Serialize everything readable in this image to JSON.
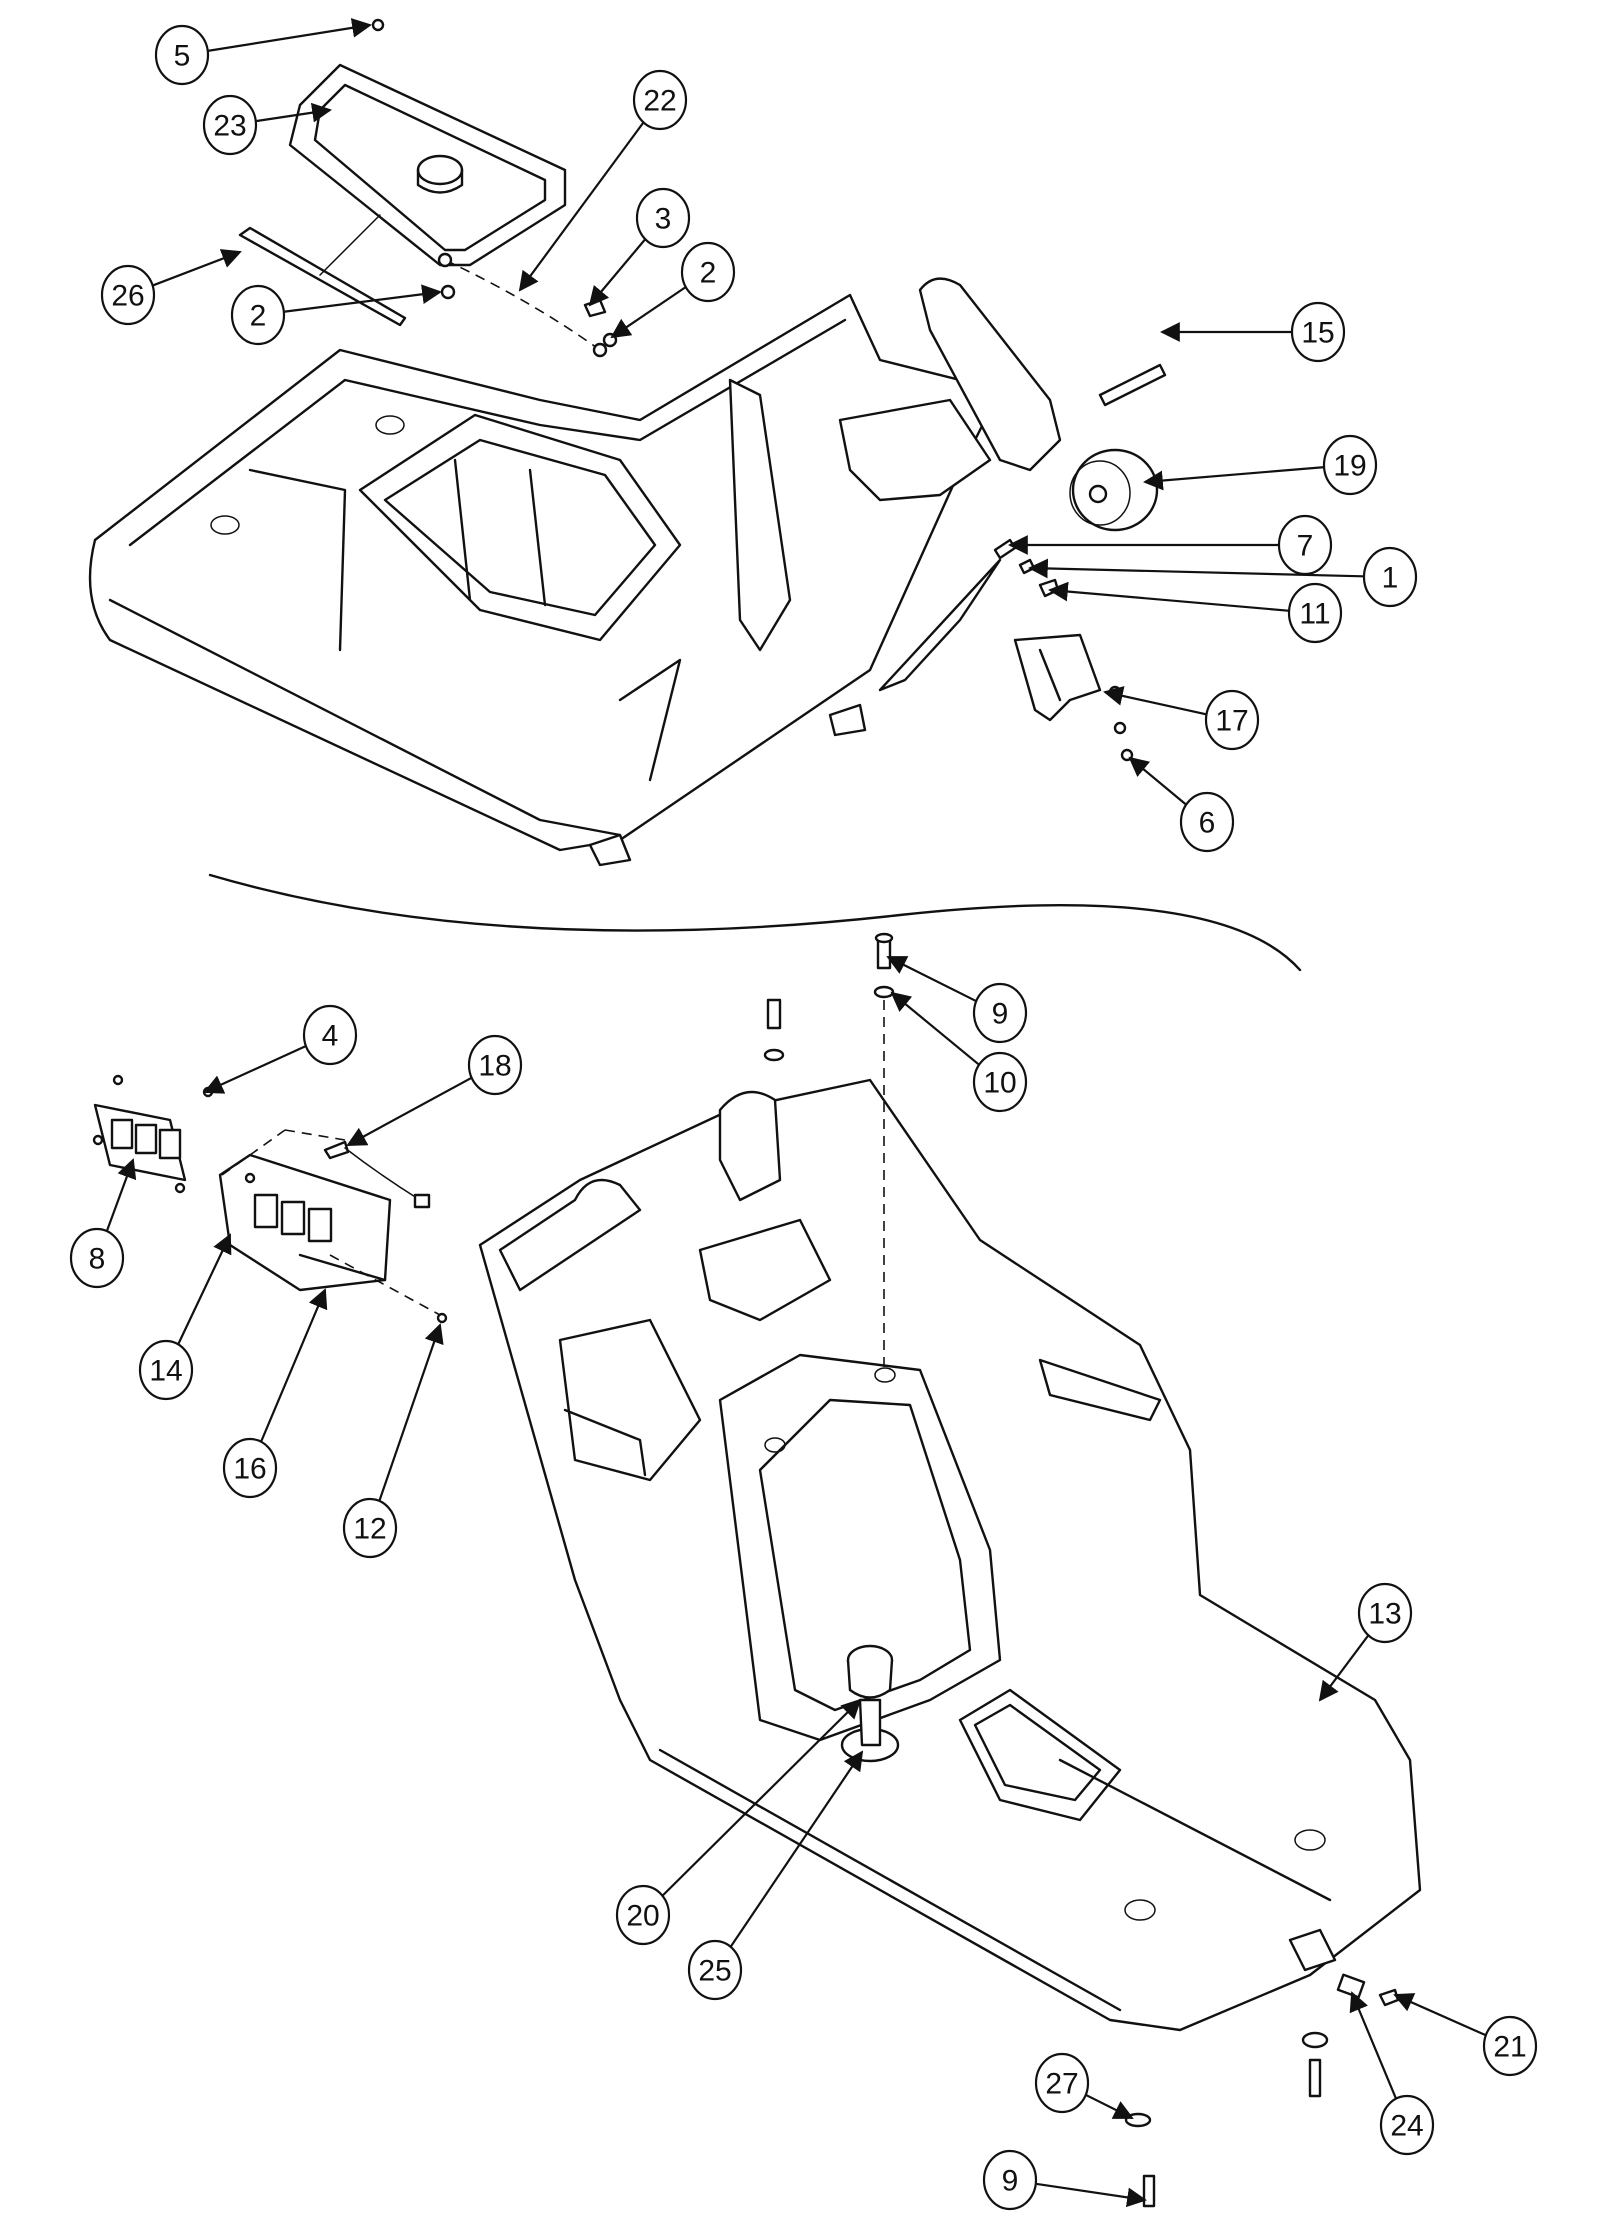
{
  "callouts": [
    "5",
    "23",
    "22",
    "3",
    "2",
    "26",
    "2",
    "15",
    "19",
    "7",
    "1",
    "11",
    "17",
    "6",
    "9",
    "10",
    "4",
    "18",
    "8",
    "14",
    "16",
    "12",
    "13",
    "20",
    "25",
    "21",
    "24",
    "27",
    "9"
  ]
}
